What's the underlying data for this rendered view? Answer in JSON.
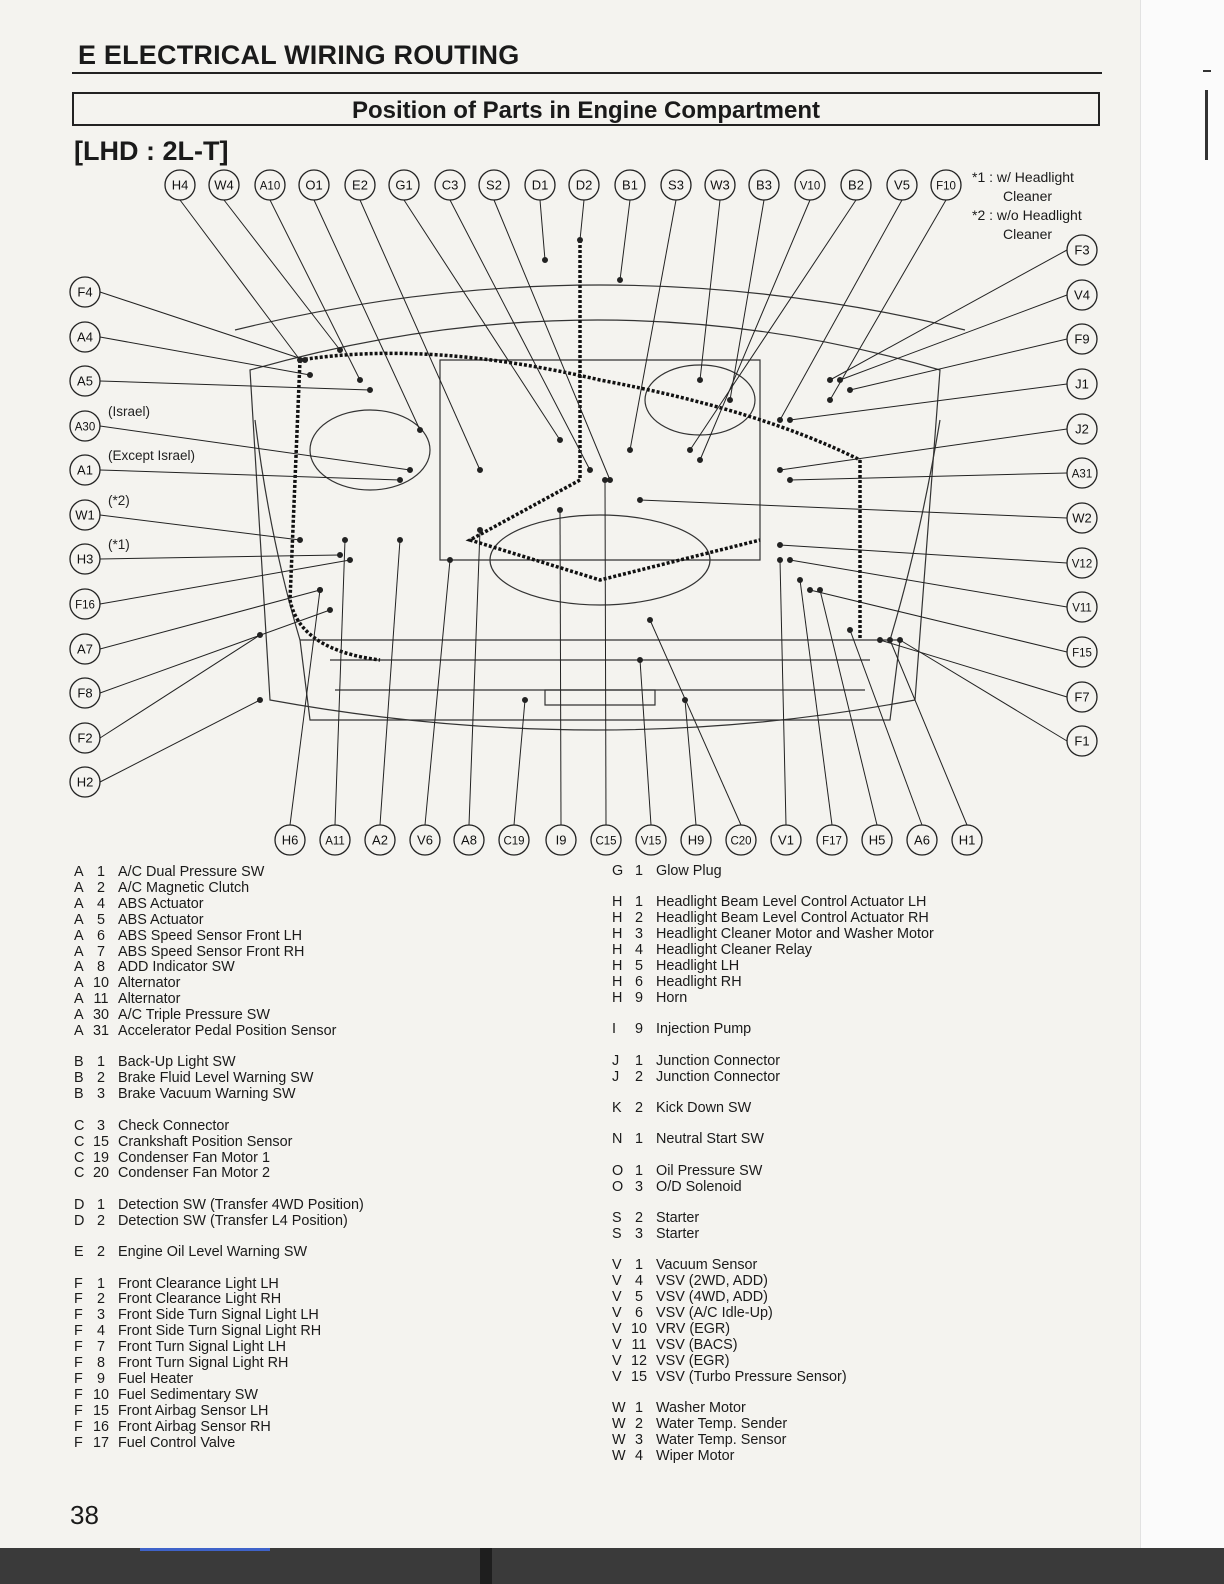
{
  "header": {
    "section_title": "E ELECTRICAL WIRING ROUTING",
    "caption": "Position of Parts in Engine Compartment",
    "variant": "[LHD : 2L-T]"
  },
  "notes": [
    {
      "mark": "*1",
      "text": ": w/ Headlight",
      "text2": "Cleaner"
    },
    {
      "mark": "*2",
      "text": ": w/o Headlight",
      "text2": "Cleaner"
    }
  ],
  "diagram": {
    "top_labels": [
      "H4",
      "W4",
      "A10",
      "O1",
      "E2",
      "G1",
      "C3",
      "S2",
      "D1",
      "D2",
      "B1",
      "S3",
      "W3",
      "B3",
      "V10",
      "B2",
      "V5",
      "F10"
    ],
    "left_labels": [
      "F4",
      "A4",
      "A5",
      "A30",
      "A1",
      "W1",
      "H3",
      "F16",
      "A7",
      "F8",
      "F2",
      "H2"
    ],
    "left_notes": {
      "A30": "(Israel)",
      "A1": "(Except Israel)",
      "W1": "(*2)",
      "H3": "(*1)"
    },
    "right_labels": [
      "F3",
      "V4",
      "F9",
      "J1",
      "J2",
      "A31",
      "W2",
      "V12",
      "V11",
      "F15",
      "F7",
      "F1"
    ],
    "bottom_labels": [
      "H6",
      "A11",
      "A2",
      "V6",
      "A8",
      "C19",
      "I9",
      "C15",
      "V15",
      "H9",
      "C20",
      "V1",
      "F17",
      "H5",
      "A6",
      "H1"
    ]
  },
  "legend_left": [
    {
      "letter": "A",
      "items": [
        {
          "num": "1",
          "desc": "A/C Dual Pressure SW"
        },
        {
          "num": "2",
          "desc": "A/C Magnetic Clutch"
        },
        {
          "num": "4",
          "desc": "ABS Actuator"
        },
        {
          "num": "5",
          "desc": "ABS Actuator"
        },
        {
          "num": "6",
          "desc": "ABS Speed Sensor Front LH"
        },
        {
          "num": "7",
          "desc": "ABS Speed Sensor Front RH"
        },
        {
          "num": "8",
          "desc": "ADD Indicator SW"
        },
        {
          "num": "10",
          "desc": "Alternator"
        },
        {
          "num": "11",
          "desc": "Alternator"
        },
        {
          "num": "30",
          "desc": "A/C Triple Pressure SW"
        },
        {
          "num": "31",
          "desc": "Accelerator Pedal Position Sensor"
        }
      ]
    },
    {
      "letter": "B",
      "items": [
        {
          "num": "1",
          "desc": "Back-Up Light SW"
        },
        {
          "num": "2",
          "desc": "Brake Fluid Level Warning SW"
        },
        {
          "num": "3",
          "desc": "Brake Vacuum Warning SW"
        }
      ]
    },
    {
      "letter": "C",
      "items": [
        {
          "num": "3",
          "desc": "Check Connector"
        },
        {
          "num": "15",
          "desc": "Crankshaft Position Sensor"
        },
        {
          "num": "19",
          "desc": "Condenser Fan Motor 1"
        },
        {
          "num": "20",
          "desc": "Condenser Fan Motor 2"
        }
      ]
    },
    {
      "letter": "D",
      "items": [
        {
          "num": "1",
          "desc": "Detection SW (Transfer 4WD Position)"
        },
        {
          "num": "2",
          "desc": "Detection SW (Transfer L4 Position)"
        }
      ]
    },
    {
      "letter": "E",
      "items": [
        {
          "num": "2",
          "desc": "Engine Oil Level Warning SW"
        }
      ]
    },
    {
      "letter": "F",
      "items": [
        {
          "num": "1",
          "desc": "Front Clearance Light LH"
        },
        {
          "num": "2",
          "desc": "Front Clearance Light RH"
        },
        {
          "num": "3",
          "desc": "Front Side Turn Signal Light LH"
        },
        {
          "num": "4",
          "desc": "Front Side Turn Signal Light RH"
        },
        {
          "num": "7",
          "desc": "Front Turn Signal Light LH"
        },
        {
          "num": "8",
          "desc": "Front Turn Signal Light RH"
        },
        {
          "num": "9",
          "desc": "Fuel Heater"
        },
        {
          "num": "10",
          "desc": "Fuel Sedimentary SW"
        },
        {
          "num": "15",
          "desc": "Front Airbag Sensor LH"
        },
        {
          "num": "16",
          "desc": "Front Airbag Sensor RH"
        },
        {
          "num": "17",
          "desc": "Fuel Control Valve"
        }
      ]
    }
  ],
  "legend_right": [
    {
      "letter": "G",
      "items": [
        {
          "num": "1",
          "desc": "Glow Plug"
        }
      ]
    },
    {
      "letter": "H",
      "items": [
        {
          "num": "1",
          "desc": "Headlight Beam Level Control Actuator LH"
        },
        {
          "num": "2",
          "desc": "Headlight Beam Level Control Actuator RH"
        },
        {
          "num": "3",
          "desc": "Headlight Cleaner Motor and Washer Motor"
        },
        {
          "num": "4",
          "desc": "Headlight Cleaner Relay"
        },
        {
          "num": "5",
          "desc": "Headlight LH"
        },
        {
          "num": "6",
          "desc": "Headlight RH"
        },
        {
          "num": "9",
          "desc": "Horn"
        }
      ]
    },
    {
      "letter": "I",
      "items": [
        {
          "num": "9",
          "desc": "Injection Pump"
        }
      ]
    },
    {
      "letter": "J",
      "items": [
        {
          "num": "1",
          "desc": "Junction Connector"
        },
        {
          "num": "2",
          "desc": "Junction Connector"
        }
      ]
    },
    {
      "letter": "K",
      "items": [
        {
          "num": "2",
          "desc": "Kick Down SW"
        }
      ]
    },
    {
      "letter": "N",
      "items": [
        {
          "num": "1",
          "desc": "Neutral Start SW"
        }
      ]
    },
    {
      "letter": "O",
      "items": [
        {
          "num": "1",
          "desc": "Oil Pressure SW"
        },
        {
          "num": "3",
          "desc": "O/D Solenoid"
        }
      ]
    },
    {
      "letter": "S",
      "items": [
        {
          "num": "2",
          "desc": "Starter"
        },
        {
          "num": "3",
          "desc": "Starter"
        }
      ]
    },
    {
      "letter": "V",
      "items": [
        {
          "num": "1",
          "desc": "Vacuum Sensor"
        },
        {
          "num": "4",
          "desc": "VSV (2WD, ADD)"
        },
        {
          "num": "5",
          "desc": "VSV (4WD, ADD)"
        },
        {
          "num": "6",
          "desc": "VSV (A/C Idle-Up)"
        },
        {
          "num": "10",
          "desc": "VRV (EGR)"
        },
        {
          "num": "11",
          "desc": "VSV (BACS)"
        },
        {
          "num": "12",
          "desc": "VSV (EGR)"
        },
        {
          "num": "15",
          "desc": "VSV (Turbo Pressure Sensor)"
        }
      ]
    },
    {
      "letter": "W",
      "items": [
        {
          "num": "1",
          "desc": "Washer Motor"
        },
        {
          "num": "2",
          "desc": "Water Temp. Sender"
        },
        {
          "num": "3",
          "desc": "Water Temp. Sensor"
        },
        {
          "num": "4",
          "desc": "Wiper Motor"
        }
      ]
    }
  ],
  "page_number": "38"
}
